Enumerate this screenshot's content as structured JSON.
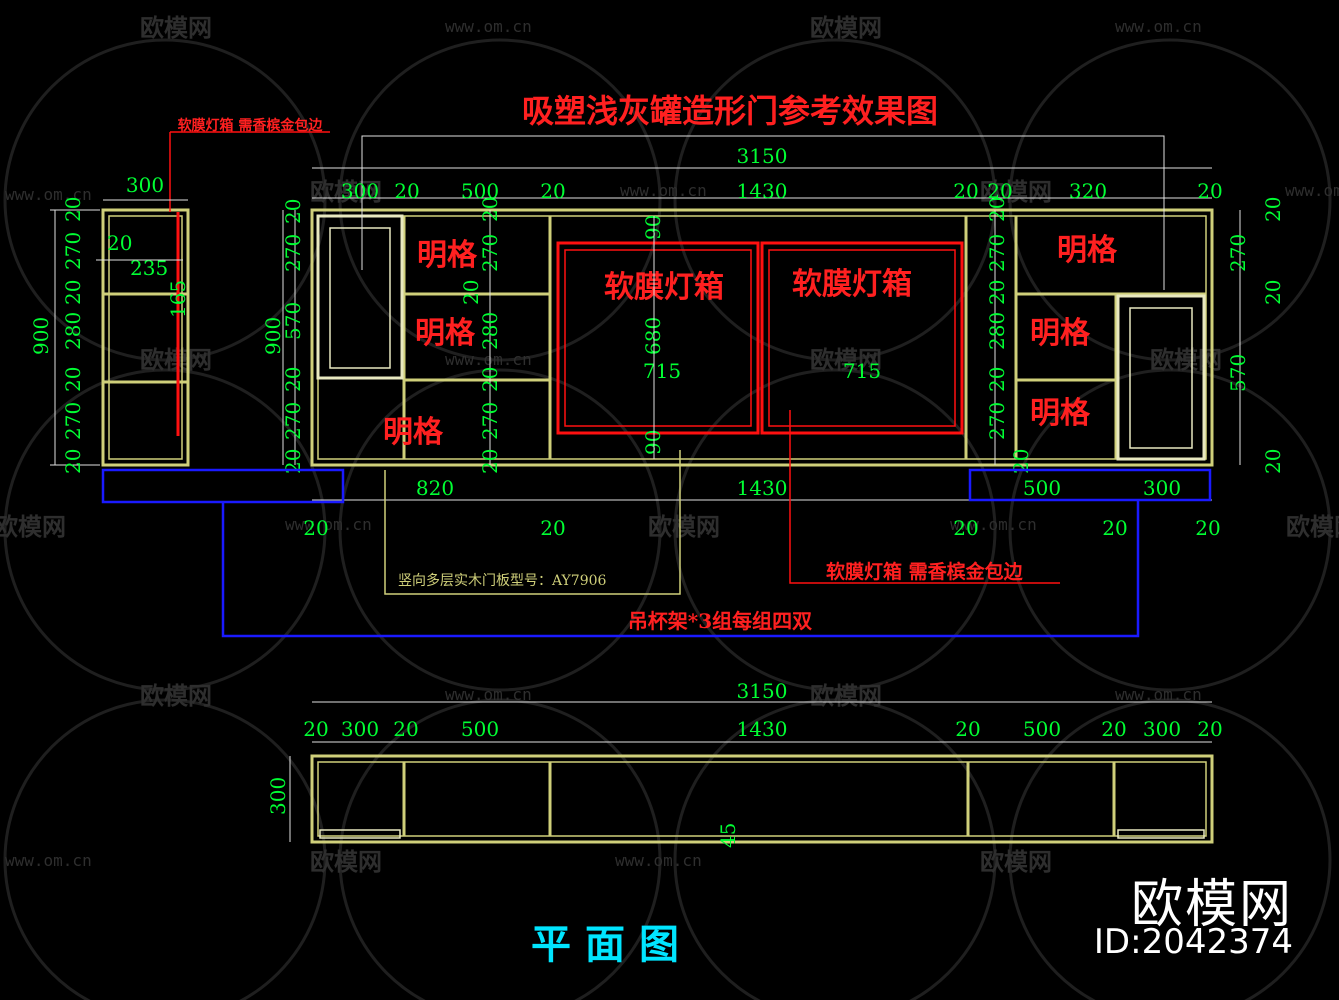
{
  "title": "吸塑浅灰罐造形门参考效果图",
  "plan_title": "平面图",
  "watermark": {
    "brand": "欧模网",
    "url": "www.om.cn"
  },
  "brand_mark": {
    "name": "欧模网",
    "id": "ID:2042374"
  },
  "labels": {
    "open_shelf": "明格",
    "light_box": "软膜灯箱",
    "note_top_left": "软膜灯箱 需香槟金包边",
    "note_light_box": "软膜灯箱 需香槟金包边",
    "note_door": "竖向多层实木门板型号：AY7906",
    "note_rack": "吊杯架*3组每组四双",
    "note_mark": "45"
  },
  "dims": {
    "total": "3150",
    "top_row": [
      "300",
      "20",
      "500",
      "20",
      "1430",
      "20",
      "20",
      "320",
      "20"
    ],
    "bottom_row": [
      "820",
      "1430",
      "500",
      "300"
    ],
    "lower_ticks": [
      "20",
      "20",
      "20",
      "20",
      "20"
    ],
    "side_left": [
      "20",
      "270",
      "20",
      "280",
      "20",
      "270",
      "20"
    ],
    "side_left_total": "900",
    "side_left_mid": "570",
    "side_center": [
      "20",
      "270",
      "20",
      "280",
      "20",
      "270",
      "20"
    ],
    "side_right": [
      "20",
      "270",
      "20",
      "280",
      "20",
      "270",
      "20"
    ],
    "side_far_right": [
      "20",
      "270",
      "20",
      "570",
      "20"
    ],
    "box_vertical": [
      "90",
      "680",
      "90"
    ],
    "box_width": "715",
    "side_view_width": "300",
    "side_view_inner": [
      "20",
      "235"
    ],
    "side_view_depth": "165",
    "plan_row": [
      "20",
      "300",
      "20",
      "500",
      "1430",
      "20",
      "500",
      "20",
      "300",
      "20"
    ],
    "plan_depth": "300"
  }
}
